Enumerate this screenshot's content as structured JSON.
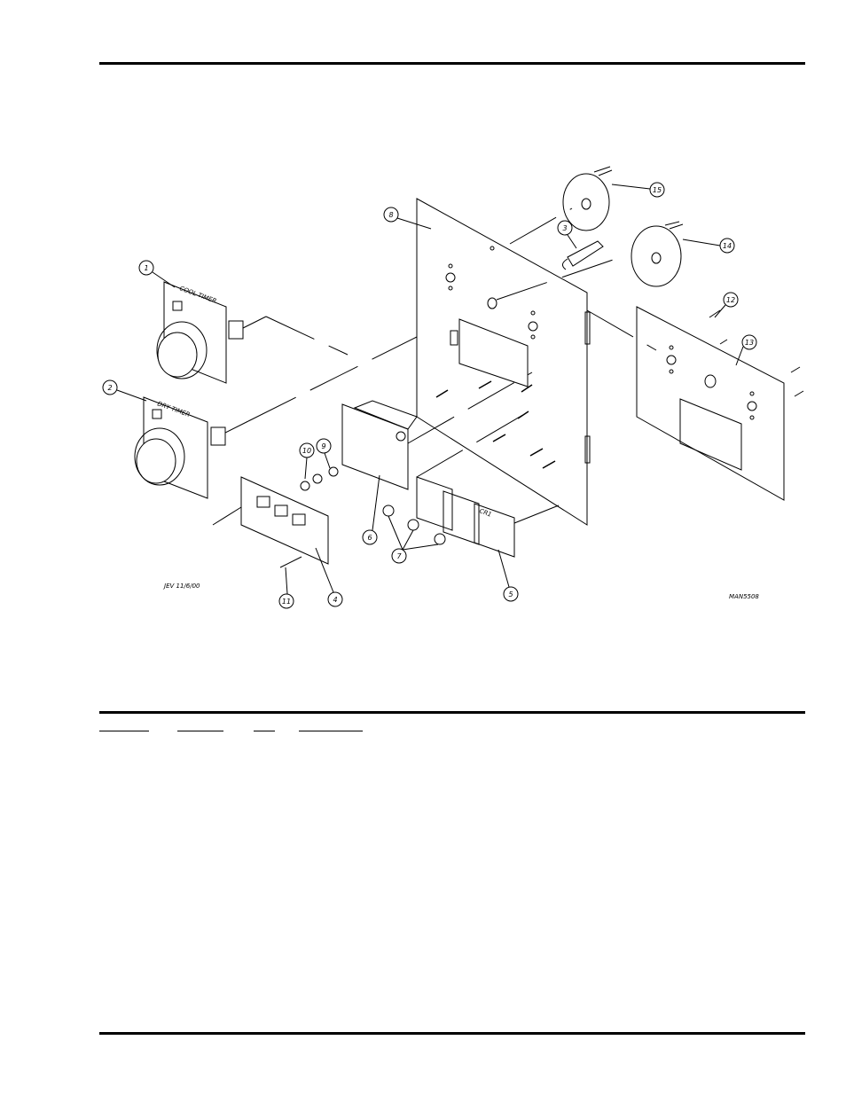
{
  "diagram": {
    "callouts": [
      "1",
      "2",
      "3",
      "4",
      "5",
      "6",
      "7",
      "8",
      "9",
      "10",
      "11",
      "12",
      "13",
      "14",
      "15"
    ],
    "labels": {
      "cool_timer": "COOL TIMER",
      "dry_timer": "DRY TIMER",
      "drawing_date": "JEV 11/6/00",
      "drawing_number": "MAN5508",
      "relay_label": "CR1"
    }
  },
  "parts_table": {
    "headers": [
      "",
      "",
      "",
      ""
    ]
  }
}
